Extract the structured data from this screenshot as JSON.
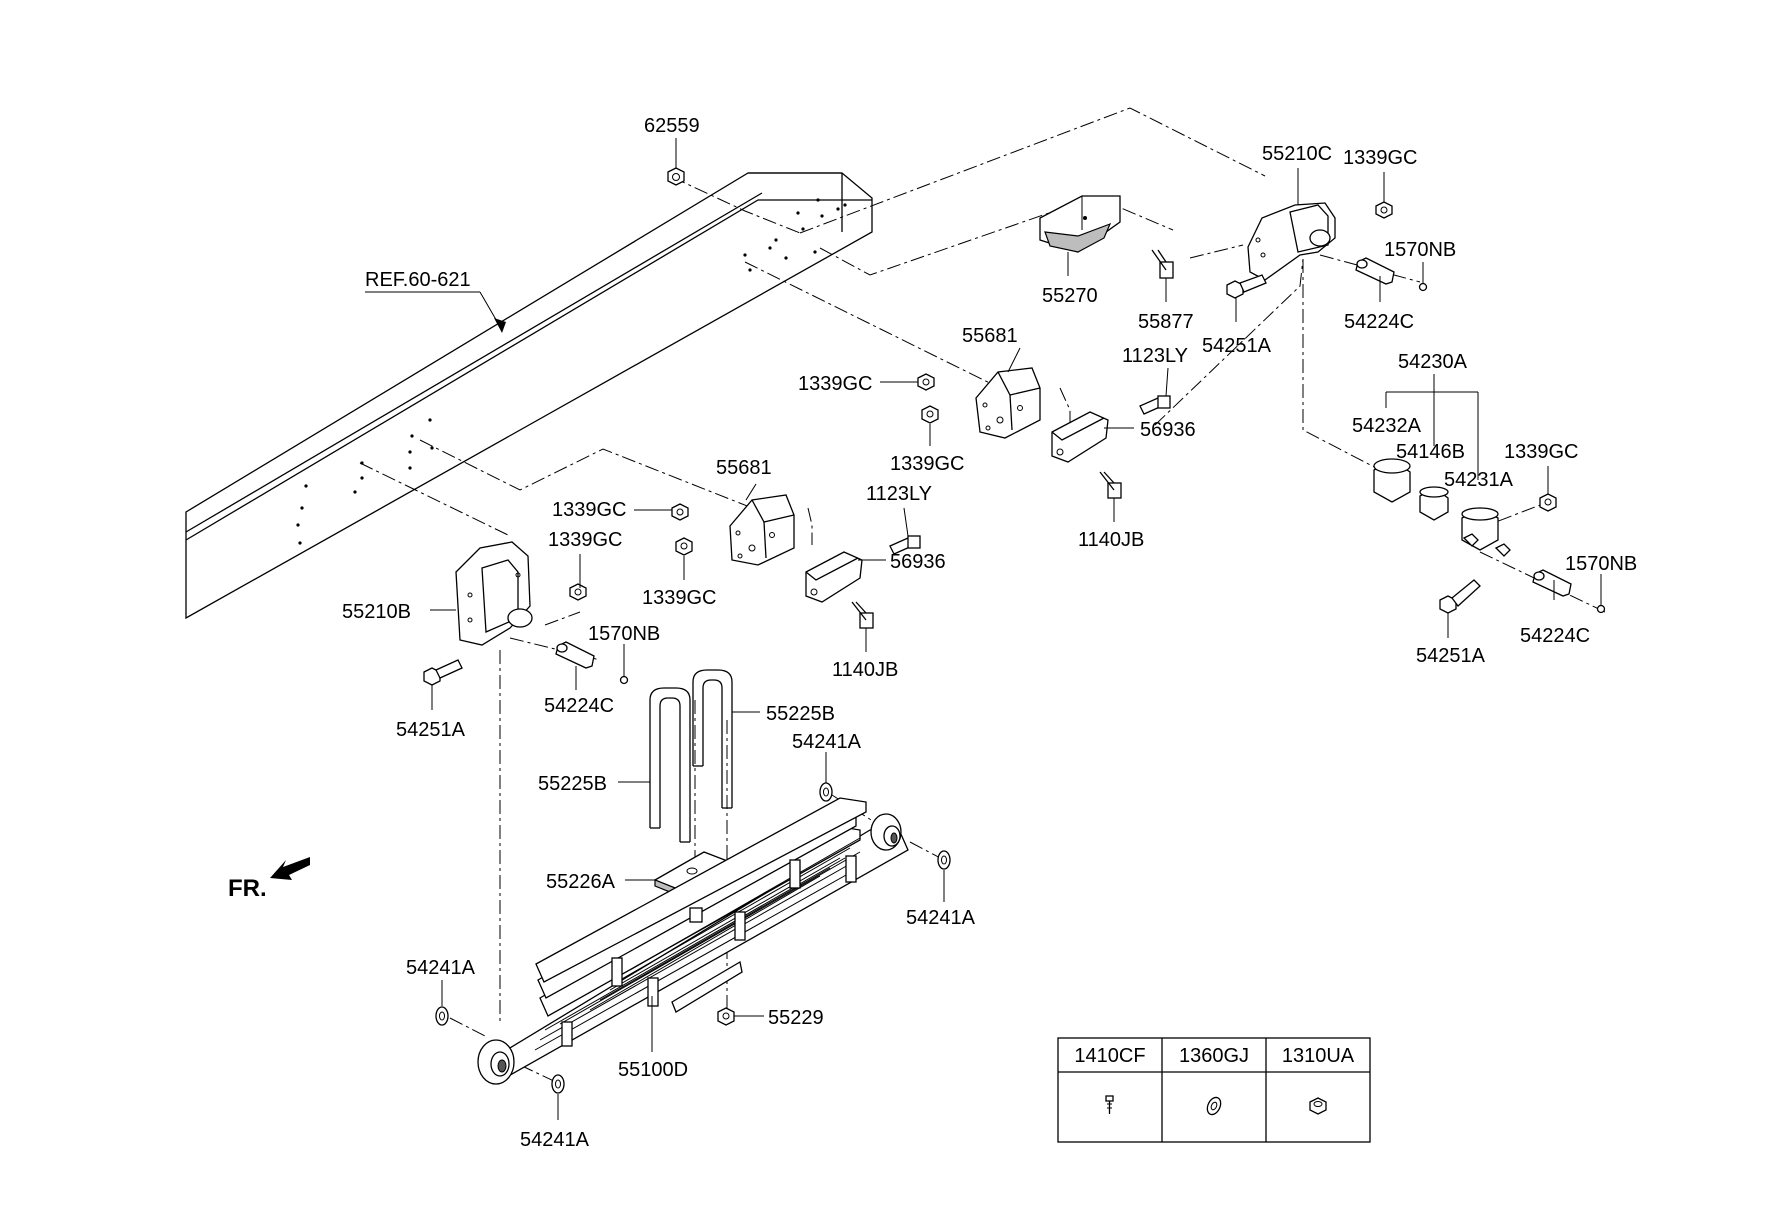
{
  "diagram": {
    "ref_label": "REF.60-621",
    "fr_label": "FR.",
    "part_labels": [
      "62559",
      "55210C",
      "1339GC",
      "1570NB",
      "55270",
      "55877",
      "54224C",
      "54251A",
      "55681",
      "1123LY",
      "1339GC",
      "56936",
      "1339GC",
      "54230A",
      "54232A",
      "54146B",
      "1339GC",
      "54231A",
      "1140JB",
      "55681",
      "1339GC",
      "1123LY",
      "1339GC",
      "56936",
      "1339GC",
      "1570NB",
      "54251A",
      "54224C",
      "55210B",
      "1570NB",
      "1140JB",
      "54224C",
      "54251A",
      "55225B",
      "54241A",
      "55225B",
      "55226A",
      "54241A",
      "54241A",
      "55229",
      "55100D",
      "54241A"
    ]
  },
  "legend_table": {
    "headers": [
      "1410CF",
      "1360GJ",
      "1310UA"
    ],
    "icons": [
      "bolt-icon",
      "washer-icon",
      "nut-icon"
    ]
  }
}
